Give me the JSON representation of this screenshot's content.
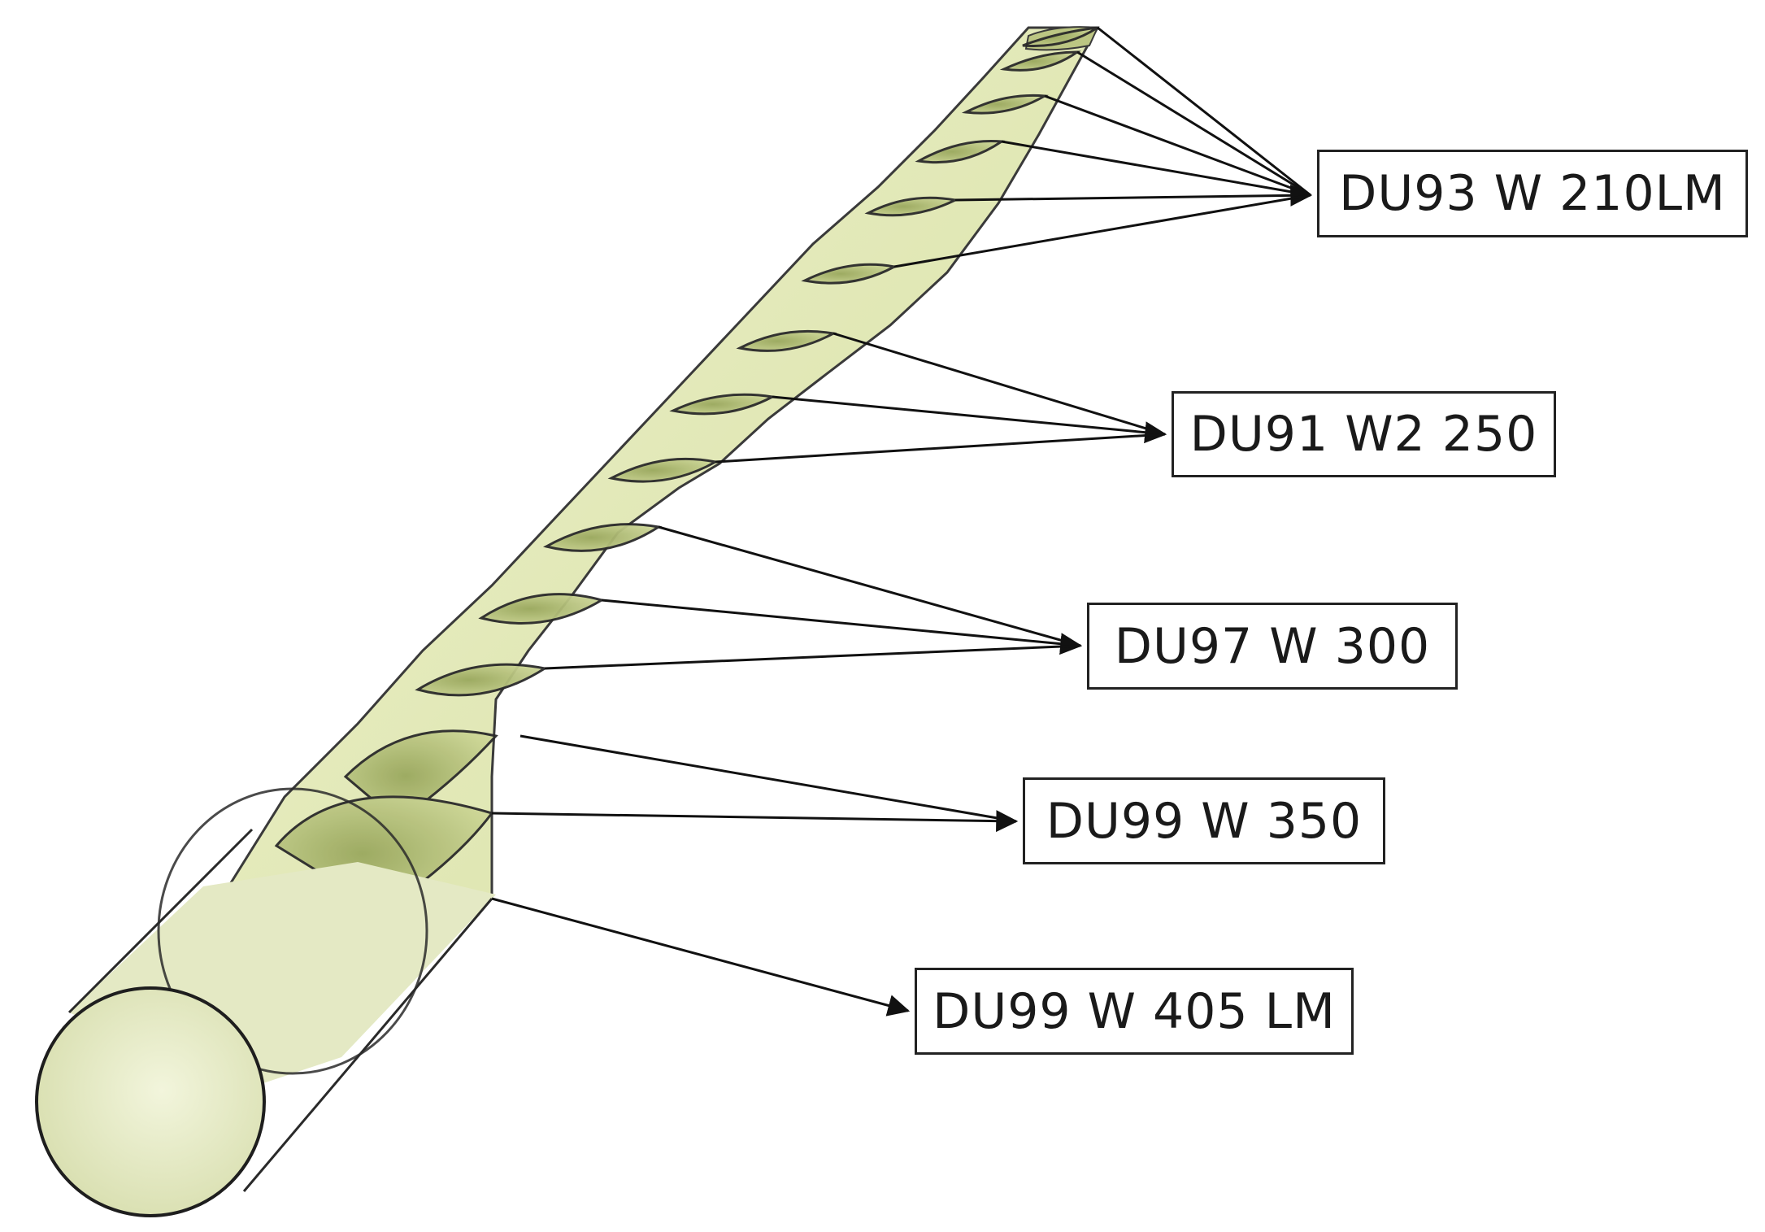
{
  "diagram": {
    "colors": {
      "blade_fill": "#e2e8b4",
      "section_fill": "#b3bf78",
      "outline": "#2a2a2a",
      "connector": "#111111"
    },
    "labels": [
      {
        "text": "DU93 W 210LM"
      },
      {
        "text": "DU91 W2 250"
      },
      {
        "text": "DU97 W 300"
      },
      {
        "text": "DU99 W 350"
      },
      {
        "text": "DU99 W 405 LM"
      }
    ]
  }
}
